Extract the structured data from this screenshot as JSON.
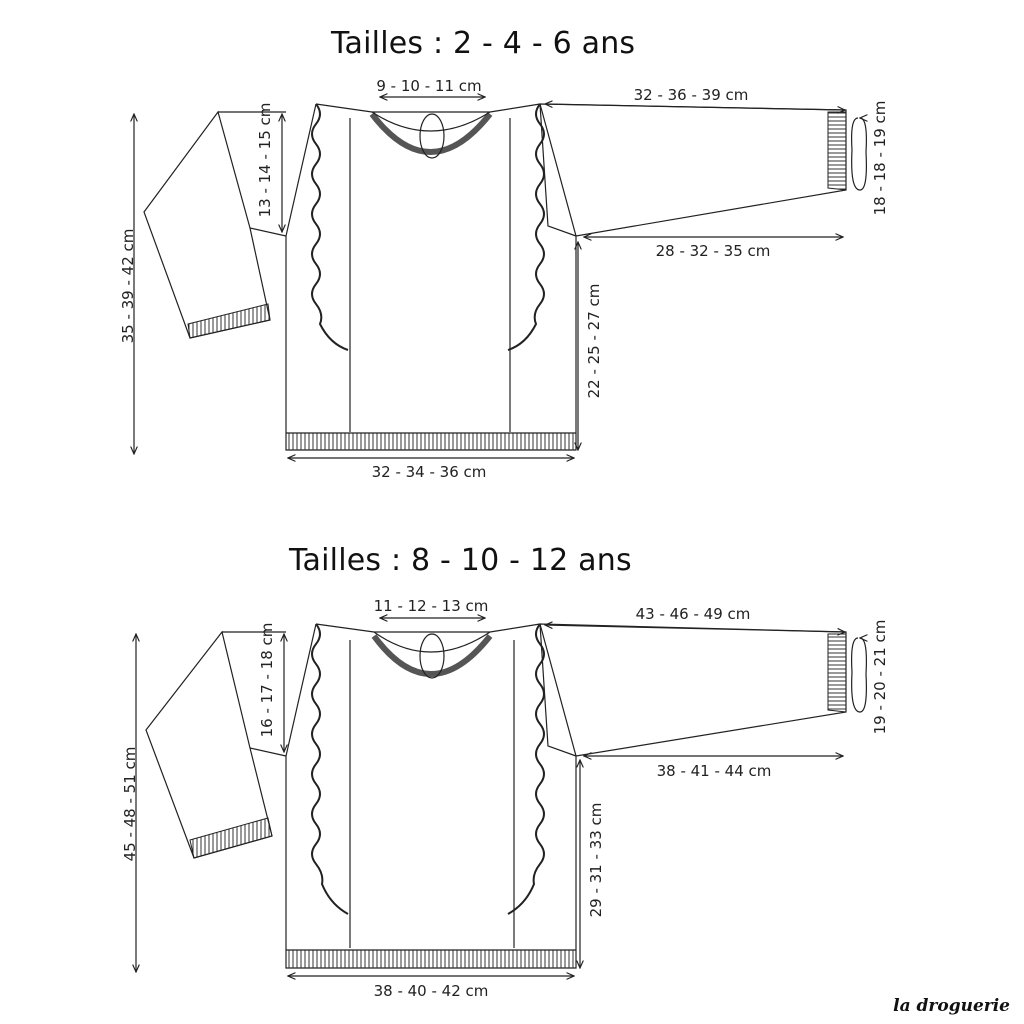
{
  "diagrams": [
    {
      "title": "Tailles : 2 - 4 - 6 ans",
      "labels": {
        "neck_width": "9 - 10 - 11 cm",
        "sleeve_length_top": "32 - 36 - 39 cm",
        "sleeve_length_bottom": "28 - 32 - 35 cm",
        "cuff_width": "18 - 18 - 19 cm",
        "total_length": "35 - 39 - 42 cm",
        "armhole_depth": "13 - 14 - 15 cm",
        "body_length": "22 - 25 - 27 cm",
        "body_width": "32 - 34 - 36 cm"
      }
    },
    {
      "title": "Tailles : 8 - 10 - 12 ans",
      "labels": {
        "neck_width": "11 - 12 - 13 cm",
        "sleeve_length_top": "43 - 46 - 49 cm",
        "sleeve_length_bottom": "38 - 41 - 44 cm",
        "cuff_width": "19 - 20 - 21 cm",
        "total_length": "45 - 48 - 51 cm",
        "armhole_depth": "16 - 17 - 18 cm",
        "body_length": "29 - 31 - 33 cm",
        "body_width": "38 - 40 - 42 cm"
      }
    }
  ],
  "brand": "la droguerie"
}
